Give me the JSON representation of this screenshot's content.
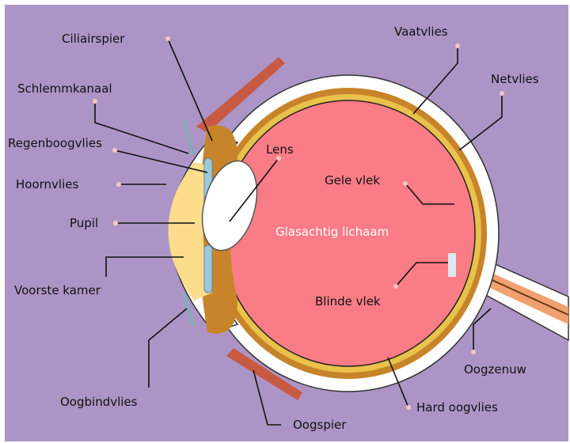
{
  "colors": {
    "background": "#ac95c6",
    "sclera": "#ffffff",
    "choroid": "#c8842a",
    "retina": "#e8c24a",
    "vitreous": "#fa7c86",
    "anterior_chamber": "#fbdd8c",
    "iris": "#9ec8dc",
    "lens": "#ffffff",
    "muscle": "#c85a44",
    "optic_nerve": "#f2a070"
  },
  "labels": {
    "ciliairspier": "Ciliairspier",
    "schlemmkanaal": "Schlemmkanaal",
    "regenboogvlies": "Regenboogvlies",
    "hoornvlies": "Hoornvlies",
    "pupil": "Pupil",
    "voorste_kamer": "Voorste kamer",
    "oogbindvlies": "Oogbindvlies",
    "oogspier": "Oogspier",
    "hard_oogvlies": "Hard oogvlies",
    "oogzenuw": "Oogzenuw",
    "blinde_vlek": "Blinde vlek",
    "gele_vlek": "Gele vlek",
    "netvlies": "Netvlies",
    "vaatvlies": "Vaatvlies",
    "lens": "Lens",
    "glasachtig_lichaam": "Glasachtig lichaam"
  }
}
